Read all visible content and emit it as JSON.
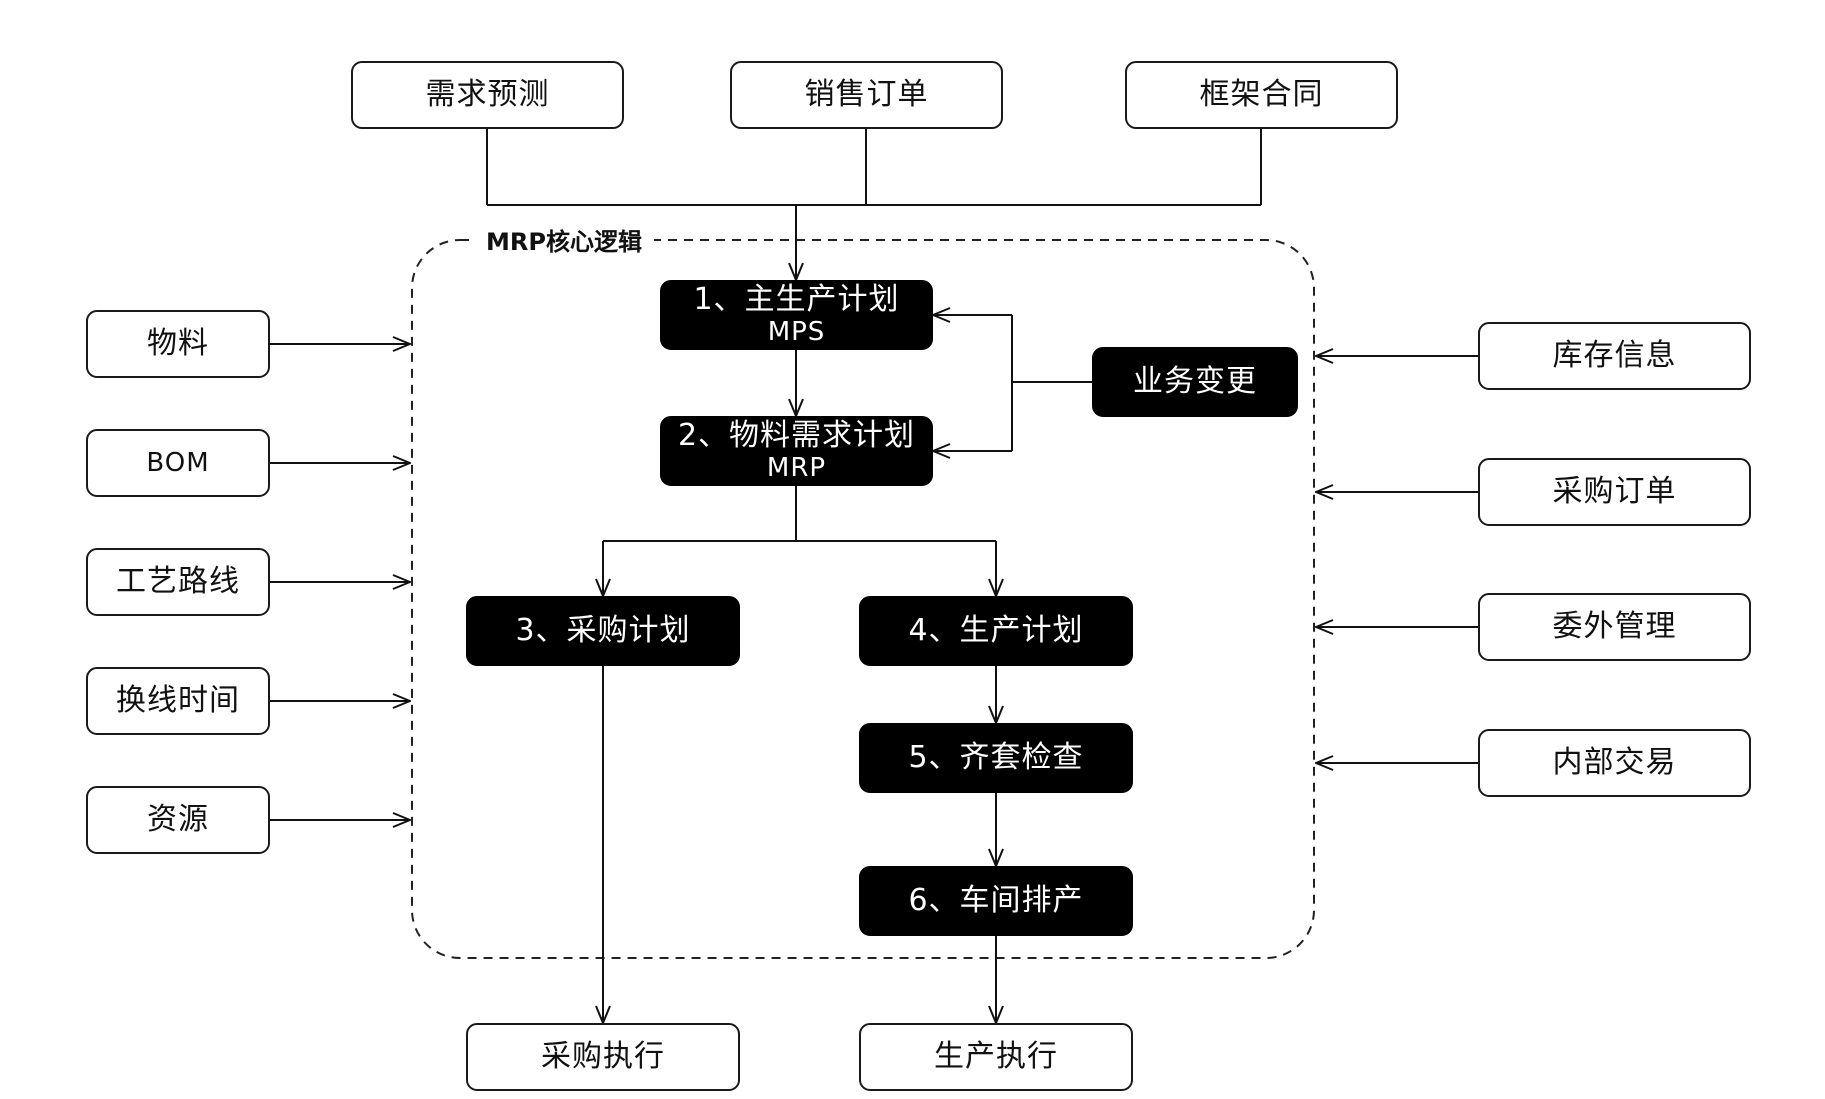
{
  "group": {
    "title": "MRP核心逻辑"
  },
  "top_inputs": {
    "demand_forecast": "需求预测",
    "sales_order": "销售订单",
    "framework_contract": "框架合同"
  },
  "left_inputs": {
    "material": "物料",
    "bom": "BOM",
    "routing": "工艺路线",
    "changeover_time": "换线时间",
    "resources": "资源"
  },
  "right_inputs": {
    "inventory_info": "库存信息",
    "purchase_order": "采购订单",
    "outsourcing_mgmt": "委外管理",
    "internal_trade": "内部交易"
  },
  "core": {
    "mps_line1": "1、主生产计划",
    "mps_line2": "MPS",
    "mrp_line1": "2、物料需求计划",
    "mrp_line2": "MRP",
    "purchase_plan": "3、采购计划",
    "production_plan": "4、生产计划",
    "kitting_check": "5、齐套检查",
    "shop_scheduling": "6、车间排产",
    "business_change": "业务变更"
  },
  "outputs": {
    "purchase_execution": "采购执行",
    "production_execution": "生产执行"
  }
}
